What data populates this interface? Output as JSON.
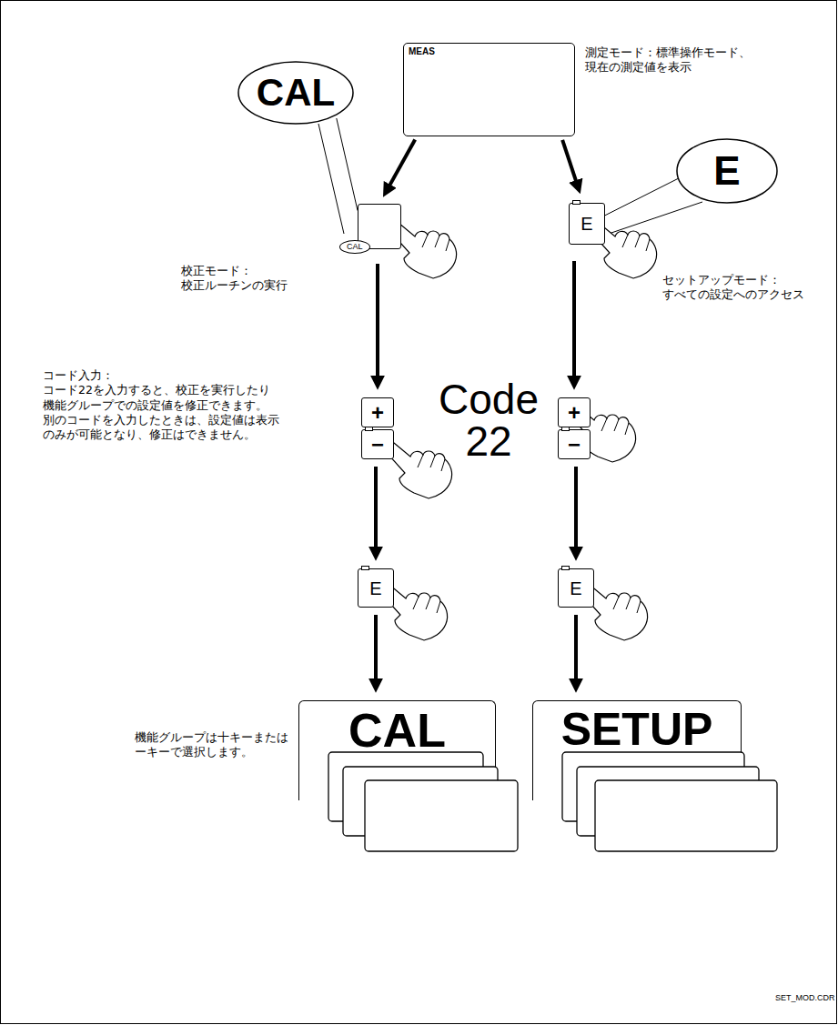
{
  "diagram": {
    "nodes": [
      {
        "text": [
          "MEAS"
        ]
      },
      {
        "text": [
          "CAL"
        ]
      },
      {
        "text": [
          "CAL"
        ]
      },
      {
        "text": [
          "E"
        ]
      },
      {
        "text": [
          "E"
        ]
      },
      {
        "text": [
          "+"
        ]
      },
      {
        "text": [
          "−"
        ]
      },
      {
        "text": [
          "+"
        ]
      },
      {
        "text": [
          "−"
        ]
      },
      {
        "text": [
          "E"
        ]
      },
      {
        "text": [
          "E"
        ]
      },
      {
        "text": [
          "CAL"
        ]
      },
      {
        "text": [
          "SETUP"
        ]
      }
    ],
    "edges": [
      {
        "from": 0,
        "to": 2,
        "arrow": "to"
      },
      {
        "from": 0,
        "to": 4,
        "arrow": "to"
      },
      {
        "from": 1,
        "to": 2,
        "arrow": "none"
      },
      {
        "from": 3,
        "to": 4,
        "arrow": "none"
      },
      {
        "from": 2,
        "to": 5,
        "arrow": "to"
      },
      {
        "from": 4,
        "to": 7,
        "arrow": "to"
      },
      {
        "from": 6,
        "to": 9,
        "arrow": "to"
      },
      {
        "from": 8,
        "to": 10,
        "arrow": "to"
      },
      {
        "from": 9,
        "to": 11,
        "arrow": "to"
      },
      {
        "from": 10,
        "to": 12,
        "arrow": "to"
      }
    ],
    "labels": [
      "測定モード：標準操作モード、 現在の測定値を表示",
      "校正モード： 校正ルーチンの実行",
      "セットアップモード： すべての設定へのアクセス",
      "コード入力： コード22を入力すると、校正を実行したり 機能グループでの設定値を修正できます。 別のコードを入力したときは、設定値は表示 のみが可能となり、修正はできません。",
      "Code",
      "22",
      "機能グループは十キーまたは ーキーで選択します。",
      "SET_MOD.CDR"
    ]
  }
}
